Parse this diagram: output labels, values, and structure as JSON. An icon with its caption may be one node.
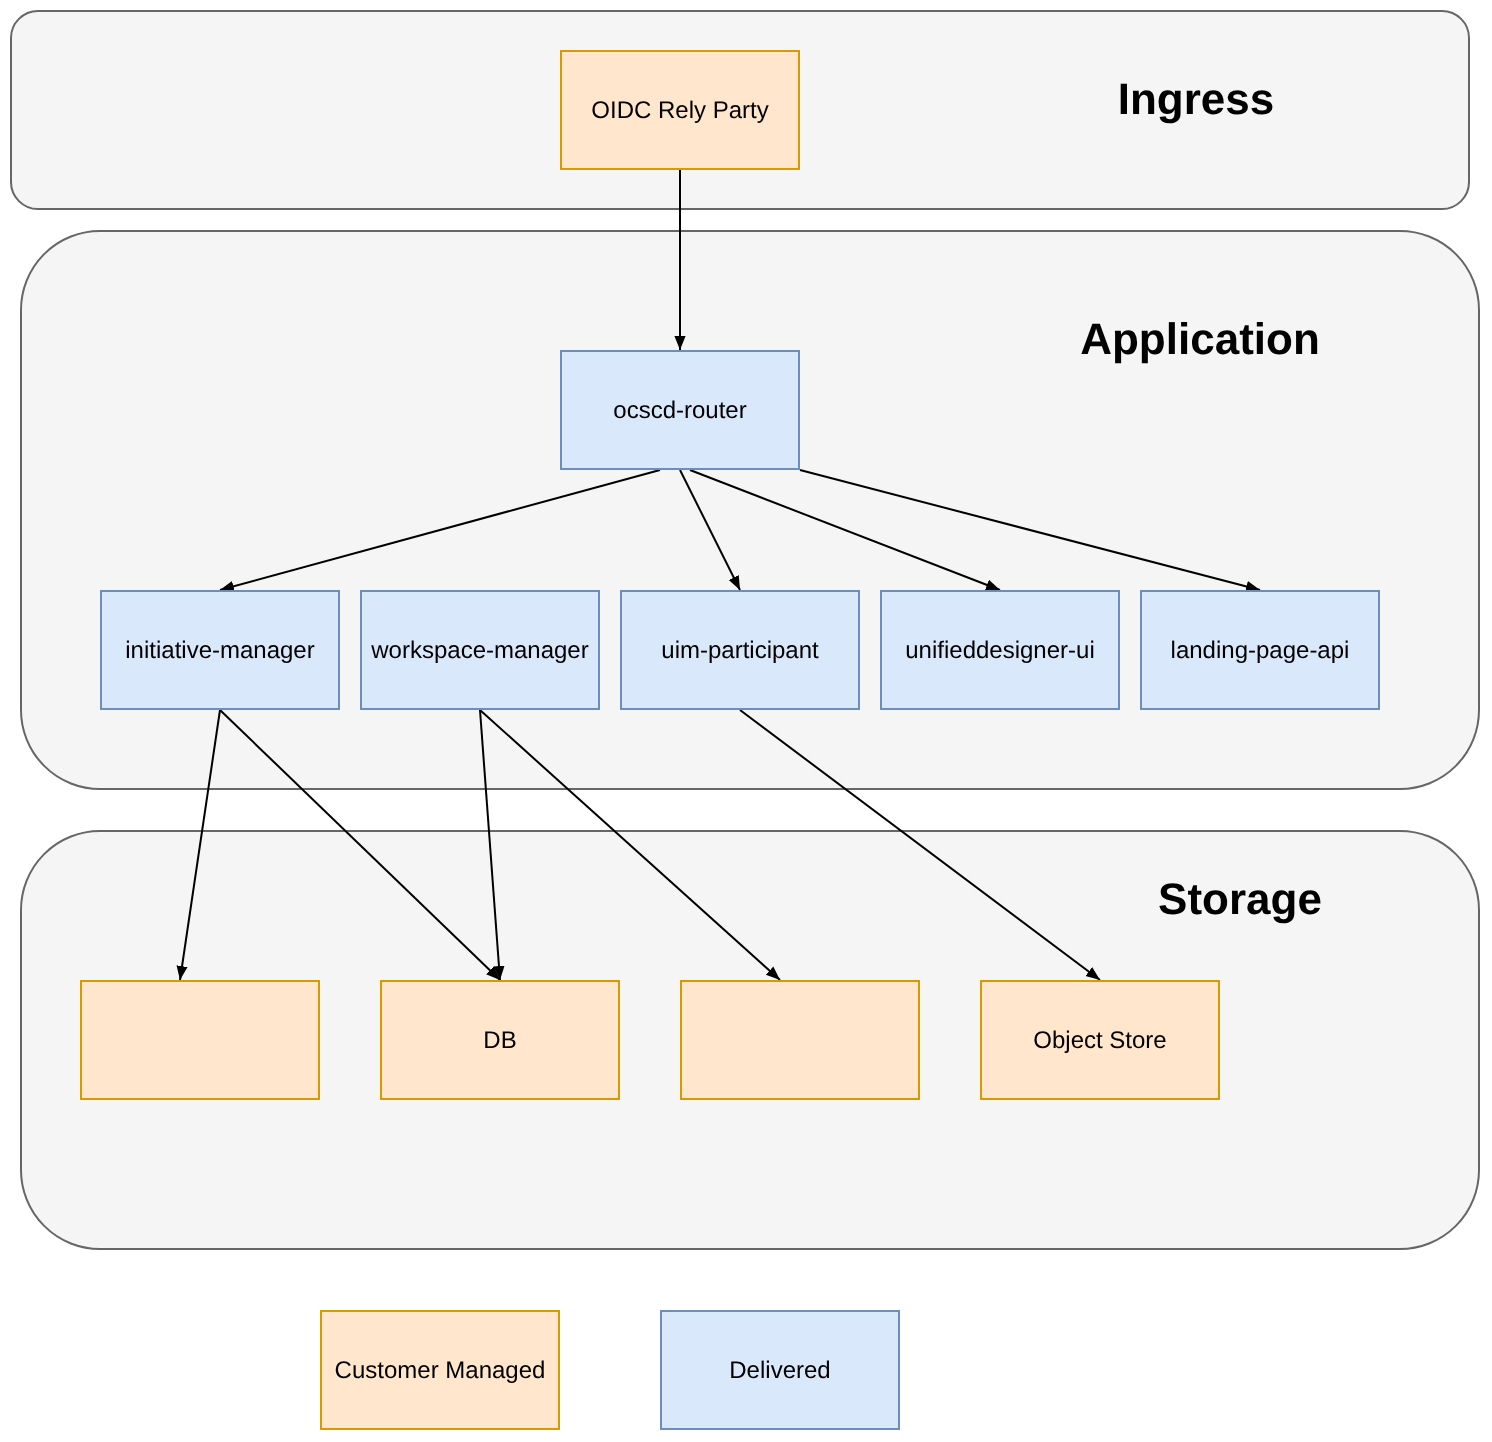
{
  "diagram": {
    "nodes": [
      {
        "text": [
          "Ingress"
        ]
      },
      {
        "text": [
          "OIDC Rely Party"
        ],
        "in": 0
      },
      {
        "text": [
          "Application"
        ]
      },
      {
        "text": [
          "ocscd-router"
        ],
        "in": 2
      },
      {
        "text": [
          "initiative-manager"
        ],
        "in": 2
      },
      {
        "text": [
          "workspace-manager"
        ],
        "in": 2
      },
      {
        "text": [
          "uim-participant"
        ],
        "in": 2
      },
      {
        "text": [
          "unifieddesigner-ui"
        ],
        "in": 2
      },
      {
        "text": [
          "landing-page-api"
        ],
        "in": 2
      },
      {
        "text": [
          "Storage"
        ]
      },
      {
        "text": [],
        "shape": "box",
        "in": 9
      },
      {
        "text": [
          "DB"
        ],
        "in": 9
      },
      {
        "text": [],
        "shape": "box",
        "in": 9
      },
      {
        "text": [
          "Object Store"
        ],
        "in": 9
      }
    ],
    "edges": [
      {
        "from": 1,
        "to": 3,
        "arrow": "to"
      },
      {
        "from": 3,
        "to": 4,
        "arrow": "to"
      },
      {
        "from": 3,
        "to": 6,
        "arrow": "to"
      },
      {
        "from": 3,
        "to": 7,
        "arrow": "to"
      },
      {
        "from": 3,
        "to": 8,
        "arrow": "to"
      },
      {
        "from": 4,
        "to": 10,
        "arrow": "to"
      },
      {
        "from": 4,
        "to": 11,
        "arrow": "to"
      },
      {
        "from": 5,
        "to": 11,
        "arrow": "to"
      },
      {
        "from": 5,
        "to": 12,
        "arrow": "to"
      },
      {
        "from": 6,
        "to": 13,
        "arrow": "to"
      }
    ],
    "legend": [
      {
        "text": "Customer Managed",
        "color": "#ffe6cc"
      },
      {
        "text": "Delivered",
        "color": "#dae8fc"
      }
    ]
  }
}
